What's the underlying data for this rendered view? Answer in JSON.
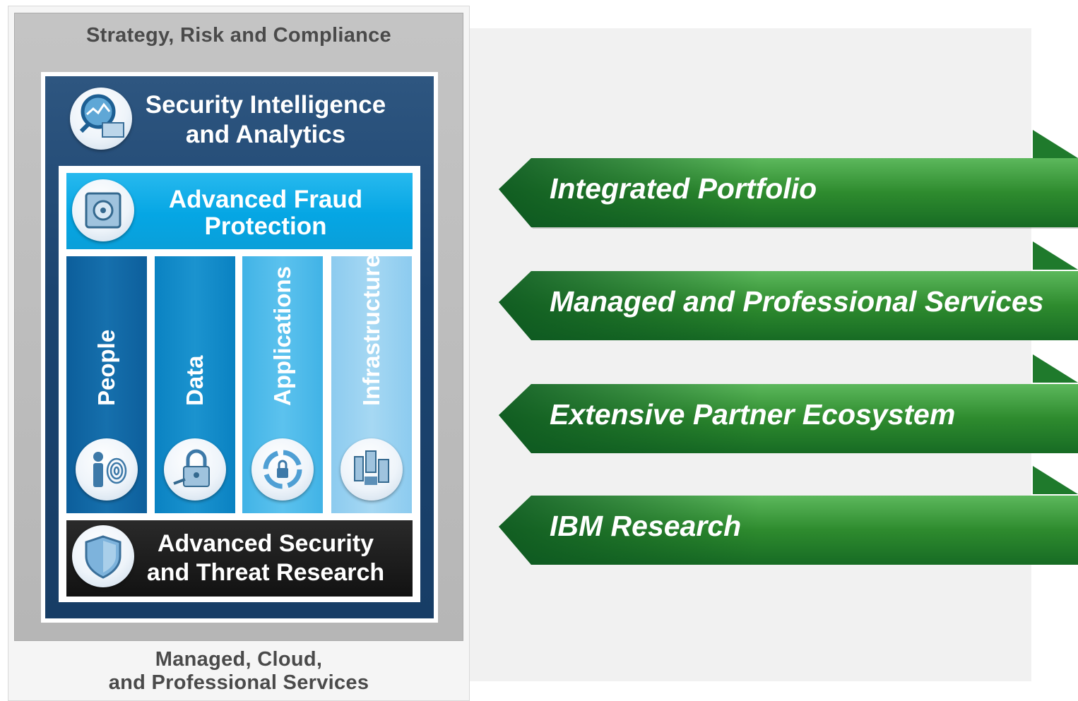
{
  "framework": {
    "outer_title": "Strategy, Risk and Compliance",
    "bottom_title_line1": "Managed, Cloud,",
    "bottom_title_line2": "and Professional Services",
    "intelligence": {
      "line1": "Security Intelligence",
      "line2": "and Analytics",
      "icon": "magnifier-monitor-icon"
    },
    "fraud": {
      "line1": "Advanced Fraud",
      "line2": "Protection",
      "icon": "vault-safe-icon"
    },
    "columns": [
      {
        "label": "People",
        "icon": "person-fingerprint-icon",
        "color": "#0c5e9b"
      },
      {
        "label": "Data",
        "icon": "padlock-key-icon",
        "color": "#0a82c2"
      },
      {
        "label": "Applications",
        "icon": "lock-cycle-icon",
        "color": "#41b3e6"
      },
      {
        "label": "Infrastructure",
        "icon": "servers-devices-icon",
        "color": "#8ccbef"
      }
    ],
    "threat": {
      "line1": "Advanced Security",
      "line2": "and Threat Research",
      "icon": "shield-icon"
    }
  },
  "arrows": [
    {
      "label": "Integrated Portfolio"
    },
    {
      "label": "Managed and Professional Services"
    },
    {
      "label": "Extensive Partner Ecosystem"
    },
    {
      "label": "IBM Research"
    }
  ],
  "colors": {
    "arrow_green": "#2e8b2e",
    "arrow_dark": "#0f5c22",
    "navy": "#1c4470",
    "cyan": "#05a6e4"
  }
}
